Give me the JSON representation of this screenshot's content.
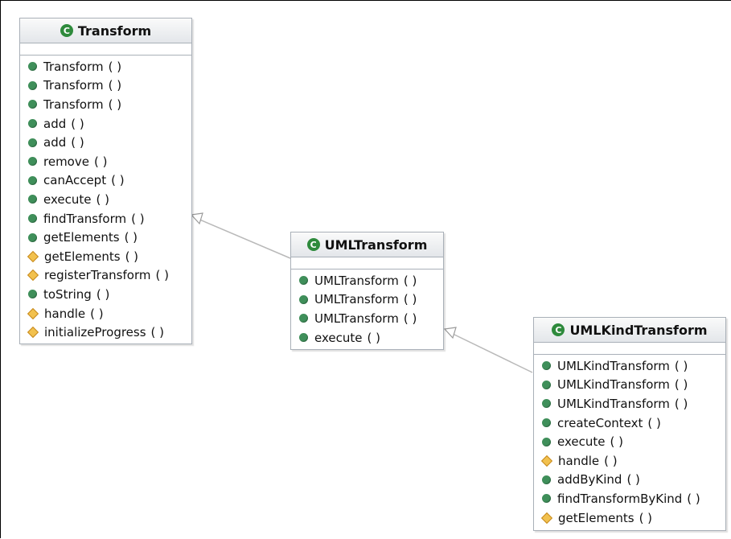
{
  "classes": [
    {
      "name": "Transform",
      "operations": [
        {
          "name": "Transform",
          "visibility": "public"
        },
        {
          "name": "Transform",
          "visibility": "public"
        },
        {
          "name": "Transform",
          "visibility": "public"
        },
        {
          "name": "add",
          "visibility": "public"
        },
        {
          "name": "add",
          "visibility": "public"
        },
        {
          "name": "remove",
          "visibility": "public"
        },
        {
          "name": "canAccept",
          "visibility": "public"
        },
        {
          "name": "execute",
          "visibility": "public"
        },
        {
          "name": "findTransform",
          "visibility": "public"
        },
        {
          "name": "getElements",
          "visibility": "public"
        },
        {
          "name": "getElements",
          "visibility": "protected"
        },
        {
          "name": "registerTransform",
          "visibility": "protected"
        },
        {
          "name": "toString",
          "visibility": "public"
        },
        {
          "name": "handle",
          "visibility": "protected"
        },
        {
          "name": "initializeProgress",
          "visibility": "protected"
        }
      ]
    },
    {
      "name": "UMLTransform",
      "operations": [
        {
          "name": "UMLTransform",
          "visibility": "public"
        },
        {
          "name": "UMLTransform",
          "visibility": "public"
        },
        {
          "name": "UMLTransform",
          "visibility": "public"
        },
        {
          "name": "execute",
          "visibility": "public"
        }
      ]
    },
    {
      "name": "UMLKindTransform",
      "operations": [
        {
          "name": "UMLKindTransform",
          "visibility": "public"
        },
        {
          "name": "UMLKindTransform",
          "visibility": "public"
        },
        {
          "name": "UMLKindTransform",
          "visibility": "public"
        },
        {
          "name": "createContext",
          "visibility": "public"
        },
        {
          "name": "execute",
          "visibility": "public"
        },
        {
          "name": "handle",
          "visibility": "protected"
        },
        {
          "name": "addByKind",
          "visibility": "public"
        },
        {
          "name": "findTransformByKind",
          "visibility": "public"
        },
        {
          "name": "getElements",
          "visibility": "protected"
        }
      ]
    }
  ],
  "class_icon_glyph": "C",
  "params_text": "( )",
  "colors": {
    "public": "#3f8f5a",
    "protected": "#f2c14e",
    "class_icon": "#2e8a3c",
    "border": "#a9b0b8",
    "edge": "#b9b9b9"
  }
}
